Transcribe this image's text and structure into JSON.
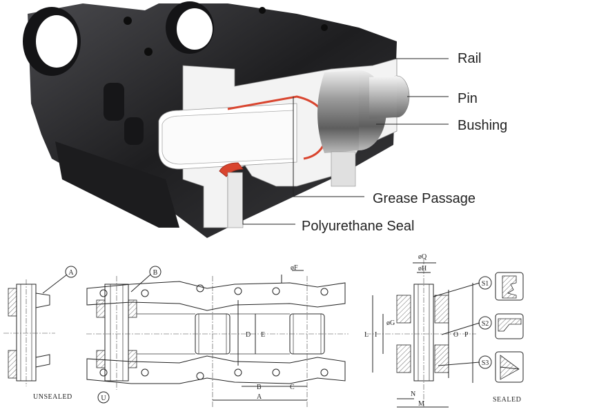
{
  "callouts": {
    "rail": "Rail",
    "pin": "Pin",
    "bushing": "Bushing",
    "grease_passage": "Grease Passage",
    "polyurethane_seal": "Polyurethane Seal"
  },
  "balloons": {
    "a": "A",
    "b": "B",
    "u": "U",
    "s1": "S1",
    "s2": "S2",
    "s3": "S3"
  },
  "dimensions": {
    "phi_f": "øF",
    "d": "D",
    "e": "E",
    "a": "A",
    "b": "B",
    "c": "C",
    "phi_q": "øQ",
    "phi_h": "øH",
    "phi_g": "øG",
    "l": "L",
    "i": "I",
    "o": "O",
    "p": "P",
    "n": "N",
    "m": "M"
  },
  "captions": {
    "unsealed": "UNSEALED",
    "sealed": "SEALED"
  },
  "colors": {
    "metal_dark": "#2a2a2c",
    "cut_face": "#f2f2f2",
    "seal": "#d9452f"
  }
}
